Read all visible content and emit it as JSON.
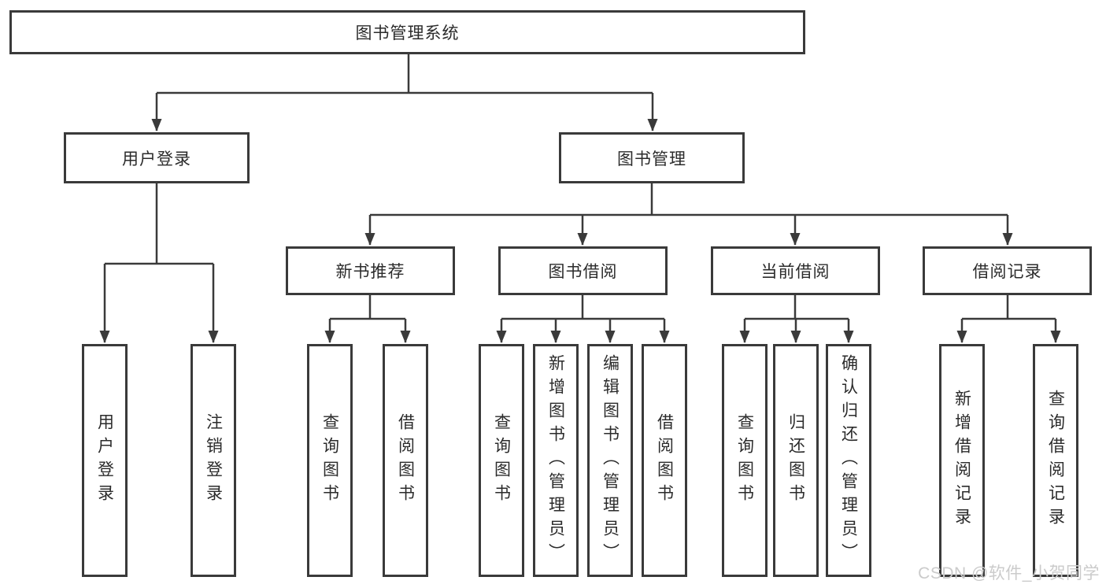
{
  "colors": {
    "background": "#ffffff",
    "border": "#3a3a3a",
    "line": "#3a3a3a",
    "text": "#2b2b2b",
    "watermark": "#cbcbcb"
  },
  "watermark": "CSDN @软件_小贺同学",
  "tree": {
    "root": "图书管理系统",
    "level2": [
      "用户登录",
      "图书管理"
    ],
    "level3": [
      "新书推荐",
      "图书借阅",
      "当前借阅",
      "借阅记录"
    ],
    "leaves": {
      "user_login": [
        "用户登录",
        "注销登录"
      ],
      "new_book_rec": [
        "查询图书",
        "借阅图书"
      ],
      "book_borrow": [
        "查询图书",
        "新增图书（管理员）",
        "编辑图书（管理员）",
        "借阅图书"
      ],
      "current_borrow": [
        "查询图书",
        "归还图书",
        "确认归还（管理员）"
      ],
      "borrow_records": [
        "新增借阅记录",
        "查询借阅记录"
      ]
    }
  }
}
